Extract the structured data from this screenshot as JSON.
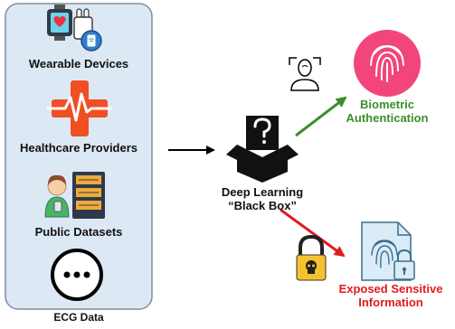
{
  "sources": [
    {
      "label": "Wearable Devices",
      "icon": "wearable-devices-icon"
    },
    {
      "label": "Healthcare Providers",
      "icon": "medical-cross-ecg-icon"
    },
    {
      "label": "Public Datasets",
      "icon": "person-server-rack-icon"
    },
    {
      "label": "",
      "icon": "ellipsis-circle-icon"
    }
  ],
  "sources_caption": "ECG Data",
  "model": {
    "line1": "Deep Learning",
    "line2": "“Black Box”",
    "icon": "question-box-icon"
  },
  "outputs": {
    "biometric": {
      "line1": "Biometric",
      "line2": "Authentication",
      "icon": "fingerprint-circle-icon",
      "person_icon": "person-scan-icon"
    },
    "exposed": {
      "line1": "Exposed Sensitive",
      "line2": "Information",
      "icon": "fingerprint-document-lock-icon",
      "lock_icon": "skull-padlock-icon"
    }
  },
  "colors": {
    "panel_fill": "#dde8f5",
    "panel_stroke": "#7f8ea1",
    "green": "#3a8f2a",
    "red": "#e11b1b",
    "pink": "#f2457a",
    "cross": "#f04e23",
    "lock_yellow": "#f6c12f"
  }
}
